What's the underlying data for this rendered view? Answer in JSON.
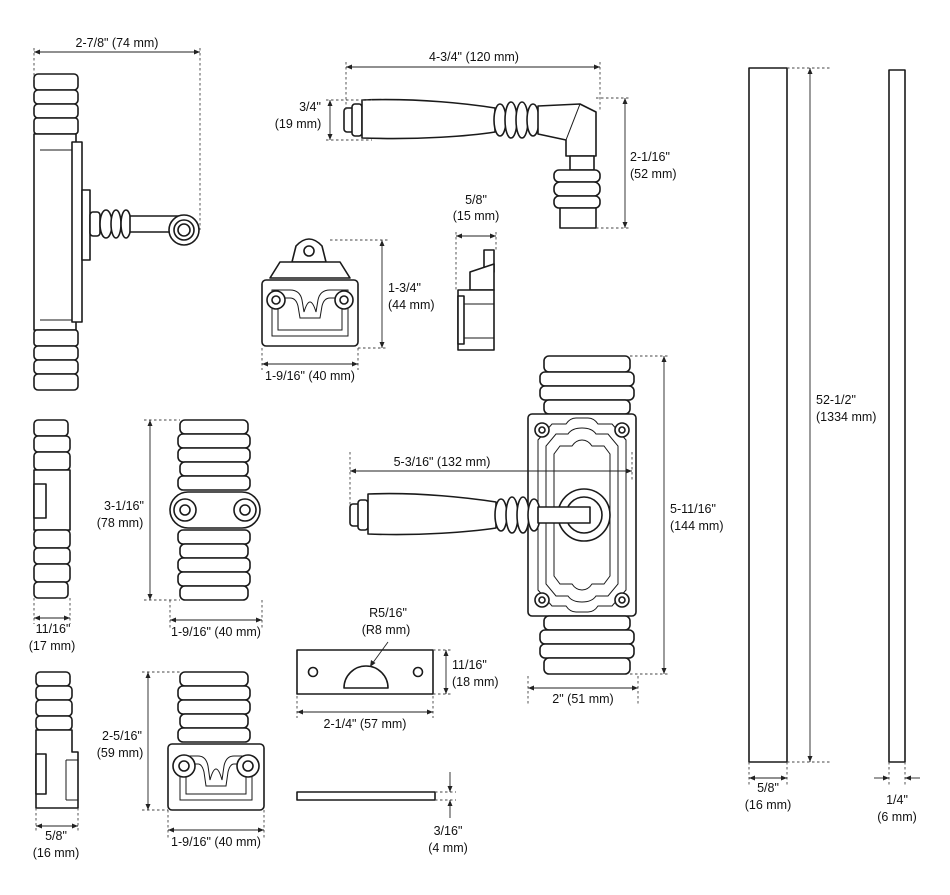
{
  "dimensions": {
    "lever_depth": "2-7/8\" (74 mm)",
    "lever_length_top": "4-3/4\" (120 mm)",
    "lever_dia_in": "3/4\"",
    "lever_dia_mm": "(19 mm)",
    "lever_height_in": "2-1/16\"",
    "lever_height_mm": "(52 mm)",
    "keeper_height_in": "1-3/4\"",
    "keeper_height_mm": "(44 mm)",
    "keeper_width": "1-9/16\" (40 mm)",
    "keeper_depth_in": "5/8\"",
    "keeper_depth_mm": "(15 mm)",
    "plate_height_in": "5-11/16\"",
    "plate_height_mm": "(144 mm)",
    "plate_lever_length": "5-3/16\" (132 mm)",
    "plate_width": "2\" (51 mm)",
    "rod_length_in": "52-1/2\"",
    "rod_length_mm": "(1334 mm)",
    "rod_width_in": "5/8\"",
    "rod_width_mm": "(16 mm)",
    "rod_thick_in": "1/4\"",
    "rod_thick_mm": "(6 mm)",
    "guide_side_in": "11/16\"",
    "guide_side_mm": "(17 mm)",
    "guide_height_in": "3-1/16\"",
    "guide_height_mm": "(78 mm)",
    "guide_width": "1-9/16\" (40 mm)",
    "strike_radius_in": "R5/16\"",
    "strike_radius_mm": "(R8 mm)",
    "strike_height_in": "11/16\"",
    "strike_height_mm": "(18 mm)",
    "strike_length": "2-1/4\" (57 mm)",
    "strike_thick_in": "3/16\"",
    "strike_thick_mm": "(4 mm)",
    "end_side_in": "5/8\"",
    "end_side_mm": "(16 mm)",
    "end_height_in": "2-5/16\"",
    "end_height_mm": "(59 mm)",
    "end_width": "1-9/16\" (40 mm)"
  }
}
